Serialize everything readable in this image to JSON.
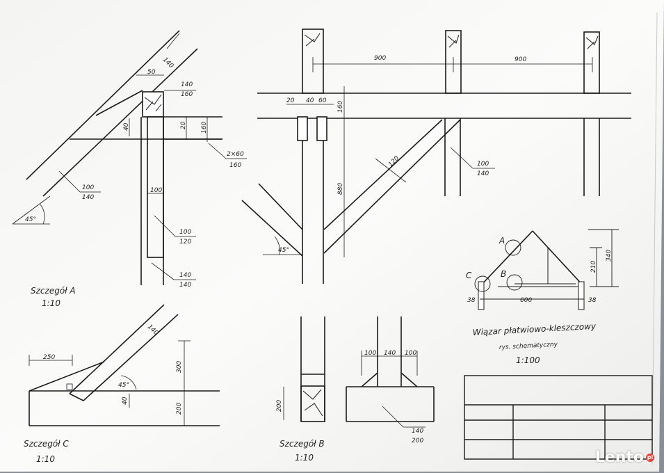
{
  "detailA": {
    "title": "Szczegół A",
    "scale": "1:10",
    "dims": {
      "rafter_w": "140",
      "notch": "50",
      "purlin_top": "140",
      "purlin_bot": "160",
      "d40": "40",
      "d20": "20",
      "d160": "160",
      "tie_top": "2×60",
      "tie_bot": "160",
      "rafter_top": "100",
      "rafter_bot": "140",
      "post_w": "100",
      "post_top": "100",
      "post_bot": "120",
      "base_top": "140",
      "base_bot": "140",
      "angle": "45°"
    }
  },
  "elevation": {
    "span1": "900",
    "span2": "900",
    "d20": "20",
    "d40": "40",
    "d60": "60",
    "beam_h": "160",
    "post_h": "880",
    "brace_w": "120",
    "post_top": "100",
    "post_bot": "140",
    "angle": "45°"
  },
  "detailB": {
    "title": "Szczegół B",
    "scale": "1:10",
    "d200": "200",
    "d100a": "100",
    "d140": "140",
    "d100b": "100",
    "sill_top": "140",
    "sill_bot": "200"
  },
  "detailC": {
    "title": "Szczegół C",
    "scale": "1:10",
    "d250": "250",
    "rafter": "140",
    "angle": "45°",
    "d40": "40",
    "d300": "300",
    "d200": "200"
  },
  "schematic": {
    "markA": "A",
    "markB": "B",
    "markC": "C",
    "d38a": "38",
    "span": "600",
    "d38b": "38",
    "h210": "210",
    "h340": "340",
    "title": "Wiązar płatwiowo-kleszczowy",
    "subtitle": "rys. schematyczny",
    "scale": "1:100"
  },
  "watermark": "Lento",
  "watermark_badge": "pl"
}
